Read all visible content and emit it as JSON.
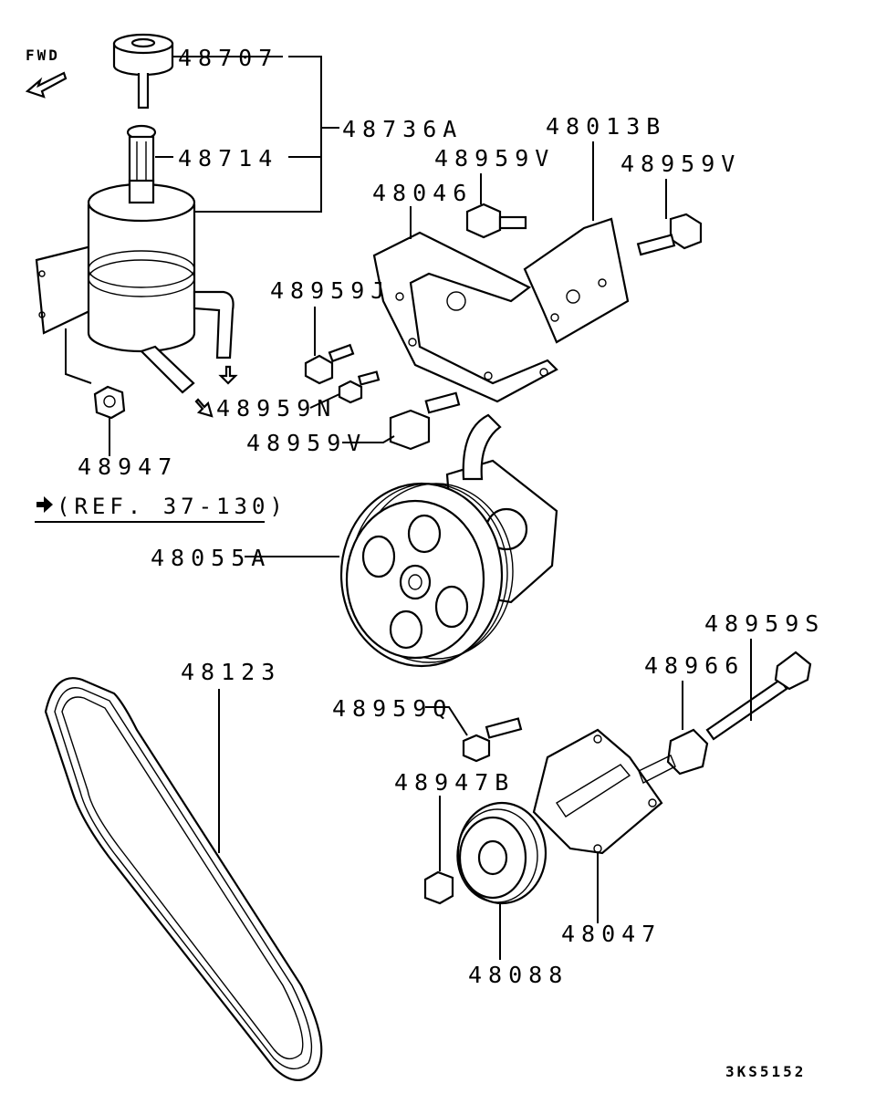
{
  "diagram": {
    "orientation_label": "FWD",
    "reference": "(REF. 37-130)",
    "drawing_code": "3KS5152",
    "parts": [
      {
        "id": "p48707",
        "label": "48707"
      },
      {
        "id": "p48736A",
        "label": "48736A"
      },
      {
        "id": "p48714",
        "label": "48714"
      },
      {
        "id": "p48013B",
        "label": "48013B"
      },
      {
        "id": "p48959V_top",
        "label": "48959V"
      },
      {
        "id": "p48959V_right",
        "label": "48959V"
      },
      {
        "id": "p48046",
        "label": "48046"
      },
      {
        "id": "p48959J",
        "label": "48959J"
      },
      {
        "id": "p48959N",
        "label": "48959N"
      },
      {
        "id": "p48959V_low",
        "label": "48959V"
      },
      {
        "id": "p48947",
        "label": "48947"
      },
      {
        "id": "p48055A",
        "label": "48055A"
      },
      {
        "id": "p48123",
        "label": "48123"
      },
      {
        "id": "p48959S",
        "label": "48959S"
      },
      {
        "id": "p48966",
        "label": "48966"
      },
      {
        "id": "p48959Q",
        "label": "48959Q"
      },
      {
        "id": "p48947B",
        "label": "48947B"
      },
      {
        "id": "p48047",
        "label": "48047"
      },
      {
        "id": "p48088",
        "label": "48088"
      }
    ]
  }
}
